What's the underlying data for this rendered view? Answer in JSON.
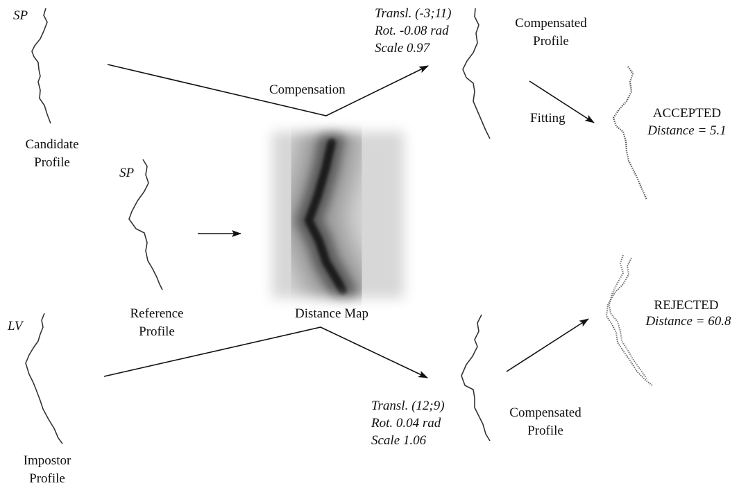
{
  "candidate": {
    "tag": "SP",
    "label": "Candidate\nProfile"
  },
  "reference": {
    "tag": "SP",
    "label": "Reference\nProfile"
  },
  "impostor": {
    "tag": "LV",
    "label": "Impostor\nProfile"
  },
  "distance_map": {
    "label": "Distance Map"
  },
  "edges": {
    "compensation": "Compensation",
    "fitting": "Fitting"
  },
  "top_params": {
    "translation": "Transl. (-3;11)",
    "rotation": "Rot. -0.08 rad",
    "scale": "Scale 0.97"
  },
  "bottom_params": {
    "translation": "Transl. (12;9)",
    "rotation": "Rot. 0.04 rad",
    "scale": "Scale 1.06"
  },
  "top_compensated": {
    "label": "Compensated\nProfile"
  },
  "bottom_compensated": {
    "label": "Compensated\nProfile"
  },
  "accepted": {
    "verdict": "ACCEPTED",
    "distance": "Distance = 5.1"
  },
  "rejected": {
    "verdict": "REJECTED",
    "distance": "Distance = 60.8"
  }
}
